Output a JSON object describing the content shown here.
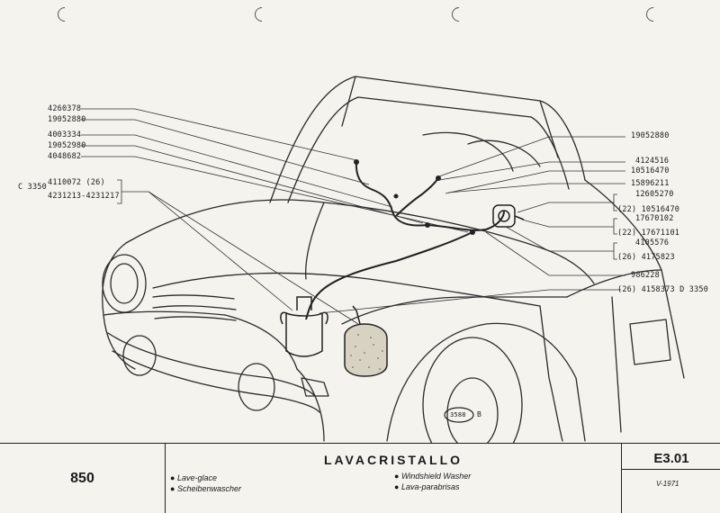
{
  "drawing": {
    "left_part_numbers": [
      "4260378",
      "19052880",
      "4003334",
      "19052980",
      "4048682"
    ],
    "left_group": {
      "prefix": "C 3350",
      "line1": "4110072 (26)",
      "line2": "4231213-4231217"
    },
    "right_part_numbers": {
      "p1": "19052880",
      "p2": "4124516",
      "p3": "10516470",
      "p4": "15896211",
      "p5": "12605270",
      "p6": "(22) 10516470",
      "p7": "17670102",
      "p8": "(22) 17671101",
      "p9": "4105576",
      "p10": "(26) 4175823",
      "p11": "986228",
      "p12": "(26) 4158373 D 3350"
    },
    "stamp": "3588",
    "stamp_suffix": "B"
  },
  "title_block": {
    "model": "850",
    "title": "LAVACRISTALLO",
    "lang_left": [
      "Lave-glace",
      "Scheibenwascher"
    ],
    "lang_right": [
      "Windshield Washer",
      "Lava-parabrisas"
    ],
    "bullet": "●",
    "code": "E3.01",
    "date": "V-1971"
  }
}
